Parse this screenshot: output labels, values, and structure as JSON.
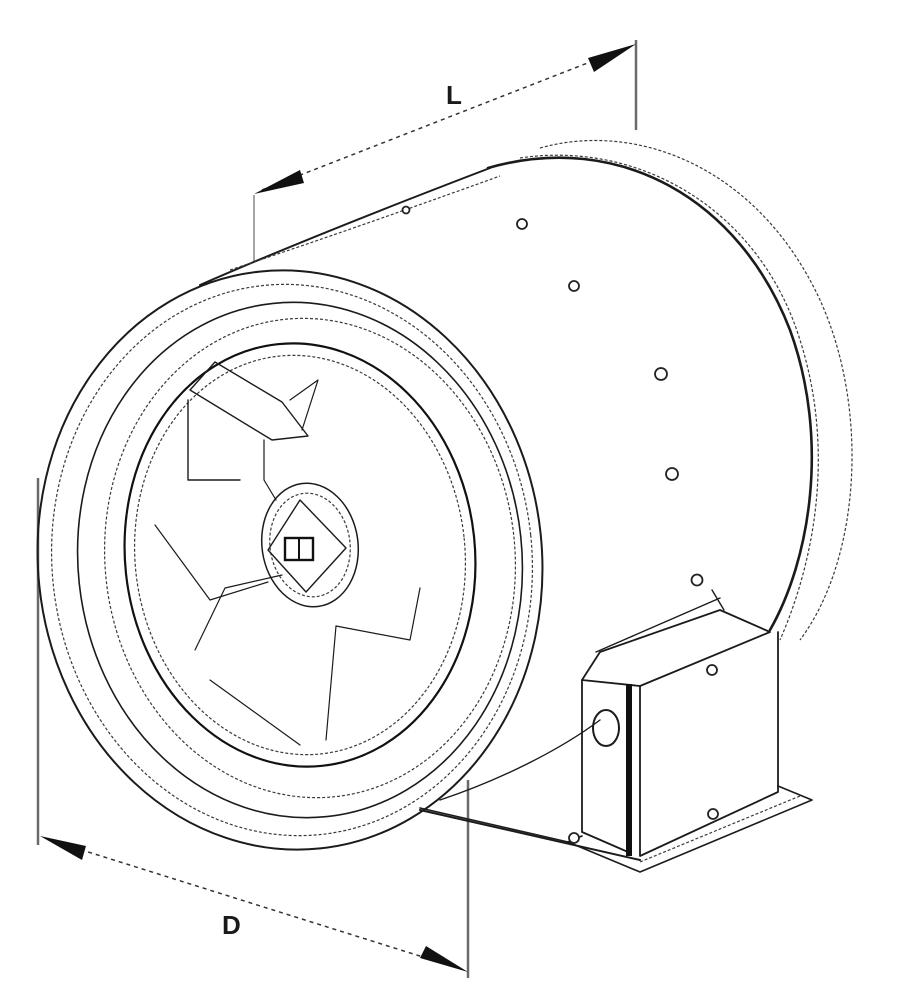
{
  "diagram": {
    "subject": "inline duct fan dimension drawing",
    "style": "black line art on white",
    "colors": {
      "background": "#ffffff",
      "line": "#1b1b1b",
      "extension_line": "#6a6a6a"
    }
  },
  "dimensions": {
    "length": {
      "label": "L",
      "description": "housing length"
    },
    "diameter": {
      "label": "D",
      "description": "inlet flange diameter"
    }
  },
  "components": [
    "front-flange",
    "impeller-blades",
    "motor-hub",
    "cylindrical-housing",
    "rear-flange",
    "housing-screws",
    "terminal-box",
    "mounting-bracket"
  ]
}
